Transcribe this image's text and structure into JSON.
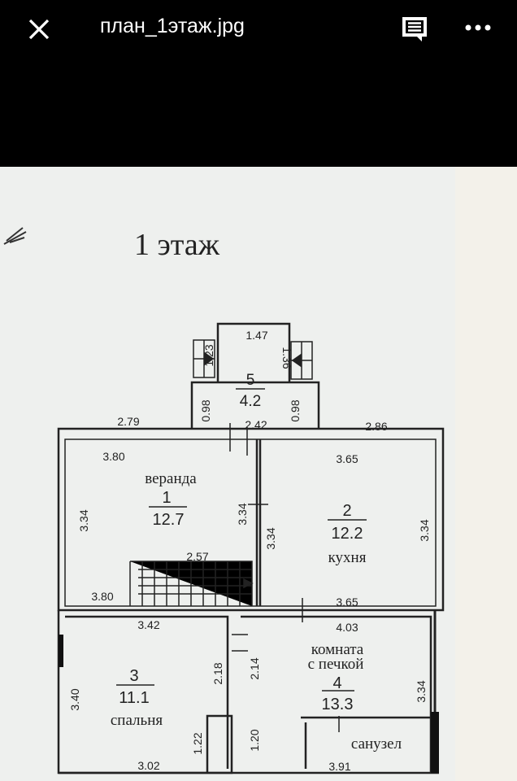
{
  "header": {
    "title": "план_1этаж.jpg",
    "close_icon": "close-icon",
    "comment_icon": "comment-icon",
    "more_icon": "more-horizontal-icon"
  },
  "plan": {
    "heading": "1 этаж",
    "rooms": {
      "porch": {
        "number": "5",
        "area": "4.2"
      },
      "veranda": {
        "name": "веранда",
        "number": "1",
        "area": "12.7"
      },
      "kitchen": {
        "name": "кухня",
        "number": "2",
        "area": "12.2"
      },
      "bedroom": {
        "name": "спальня",
        "number": "3",
        "area": "11.1"
      },
      "stove_room": {
        "name_line1": "комната",
        "name_line2": "с печкой",
        "number": "4",
        "area": "13.3"
      },
      "bathroom": {
        "name": "санузел"
      }
    },
    "dims": {
      "d147": "1.47",
      "d123": "1.23",
      "d136": "1.36",
      "d098a": "0.98",
      "d098b": "0.98",
      "d242": "2.42",
      "d279": "2.79",
      "d286": "2.86",
      "d380a": "3.80",
      "d365a": "3.65",
      "d334a": "3.34",
      "d334b": "3.34",
      "d334c": "3.34",
      "d334d": "3.34",
      "d257": "2.57",
      "d380b": "3.80",
      "d365b": "3.65",
      "d342": "3.42",
      "d403": "4.03",
      "d340": "3.40",
      "d218": "2.18",
      "d214": "2.14",
      "d334e": "3.34",
      "d122": "1.22",
      "d120": "1.20",
      "d302": "3.02",
      "d391": "3.91"
    }
  }
}
